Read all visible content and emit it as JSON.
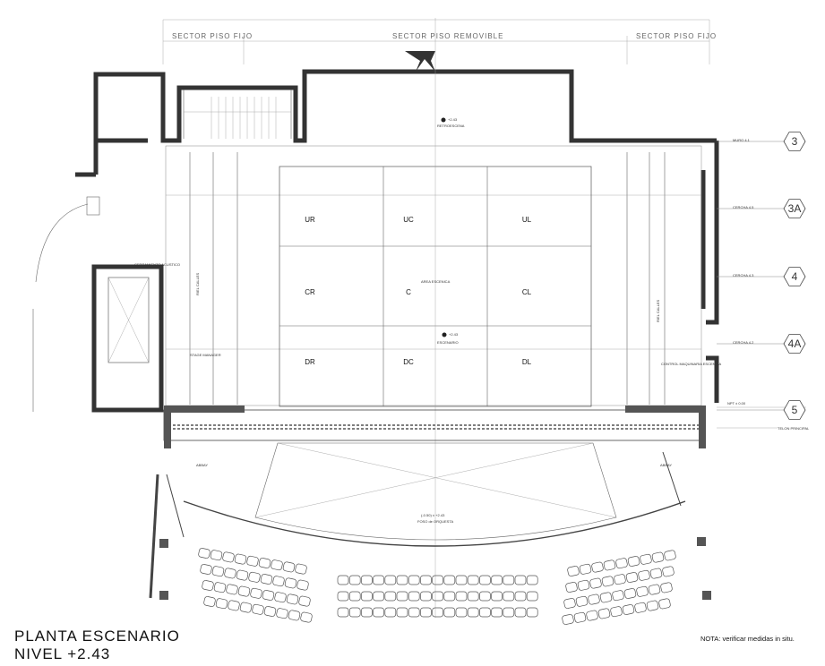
{
  "title": {
    "line1": "PLANTA  ESCENARIO",
    "line2": "NIVEL  +2.43"
  },
  "note": "NOTA: verificar medidas in situ.",
  "sectors": {
    "left": "SECTOR PISO FIJO",
    "center": "SECTOR PISO REMOVIBLE",
    "right": "SECTOR PISO FIJO"
  },
  "grid_axes": [
    "3",
    "3A",
    "4",
    "4A",
    "5"
  ],
  "stage_areas": [
    [
      "UR",
      "UC",
      "UL"
    ],
    [
      "CR",
      "C",
      "CL"
    ],
    [
      "DR",
      "DC",
      "DL"
    ]
  ],
  "labels": {
    "retroescena_level": "+2.43",
    "retroescena": "RETROESCENA",
    "area_escenica": "AREA ESCENICA",
    "escenario_level": "+2.43",
    "escenario": "ESCENARIO",
    "foso_level": "(-0.50) ± +2.43",
    "foso": "FOSO de ORQUESTA",
    "stage_manager": "STAGE MANAGER",
    "control": "CONTROL MAQUINARIA ESCENICA",
    "cerramiento": "CERRAMIENTO ACUSTICO",
    "npt": "NPT ± 0.00",
    "telon": "TELON PRINCIPAL",
    "abbay_left": "ABBAY",
    "abbay_right": "ABBAY",
    "muro": "MURO 4.1",
    "cercha_a": "CERCHA 4.5",
    "cercha_b": "CERCHA 4.3",
    "cercha_c": "CERCHA 4.2",
    "rieles_left": "RIEL CALLES",
    "rieles_right": "RIEL CALLES"
  }
}
